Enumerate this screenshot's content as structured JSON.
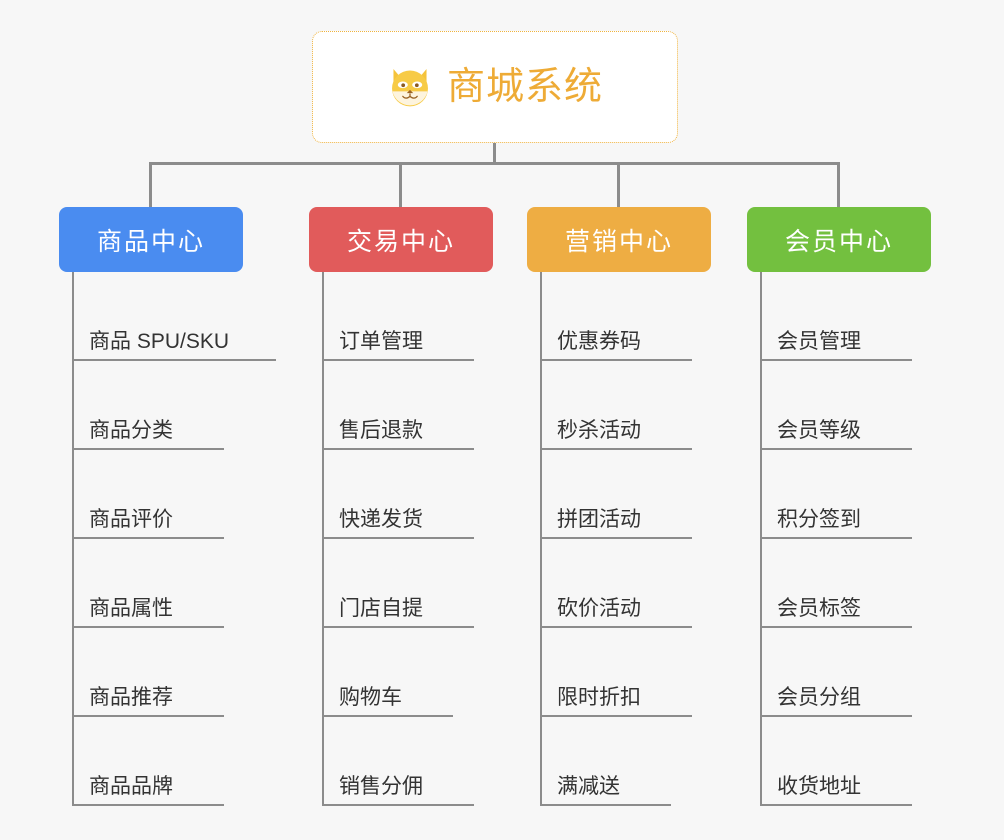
{
  "page": {
    "background_color": "#f7f7f7",
    "line_color": "#8c8c8c"
  },
  "root": {
    "title": "商城系统",
    "icon": "dog-face-icon",
    "text_color": "#eeab36",
    "border_color": "#efb33f",
    "background_color": "#ffffff"
  },
  "columns": [
    {
      "title": "商品中心",
      "color": "#4a8cf0",
      "items": [
        "商品 SPU/SKU",
        "商品分类",
        "商品评价",
        "商品属性",
        "商品推荐",
        "商品品牌"
      ]
    },
    {
      "title": "交易中心",
      "color": "#e15b5b",
      "items": [
        "订单管理",
        "售后退款",
        "快递发货",
        "门店自提",
        "购物车",
        "销售分佣"
      ]
    },
    {
      "title": "营销中心",
      "color": "#eead43",
      "items": [
        "优惠券码",
        "秒杀活动",
        "拼团活动",
        "砍价活动",
        "限时折扣",
        "满减送"
      ]
    },
    {
      "title": "会员中心",
      "color": "#73c03f",
      "items": [
        "会员管理",
        "会员等级",
        "积分签到",
        "会员标签",
        "会员分组",
        "收货地址"
      ]
    }
  ]
}
